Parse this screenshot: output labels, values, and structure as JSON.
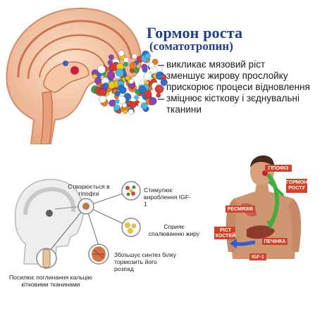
{
  "header": {
    "title": "Гормон роста",
    "subtitle": "(соматотропин)"
  },
  "effects": [
    "викликає мязовий ріст",
    "зменшує жирову прослойку",
    "прискорює процеси відновлення",
    "зміцнює кісткову і зєднувальні",
    "тканини"
  ],
  "diagram": {
    "center": "Створюється в гіпофізі",
    "stimulates": "Стимулює вироблення IGF-1",
    "fat": "Сприяє спалюванню жиру",
    "protein": "Збільшує синтез білку тормозить його розпад",
    "bone": "Посилює поглинання кальцію кітковими тканинами"
  },
  "body_labels": {
    "pituitary": "ГІПОФІЗ",
    "hormone": "ГОРМОН РОСТУ",
    "muscles": "РЕСМЯЗІВ",
    "bones": "РІСТ КОСТЕЙ",
    "liver": "ПЕЧІНКА",
    "igf": "IGF-1"
  }
}
